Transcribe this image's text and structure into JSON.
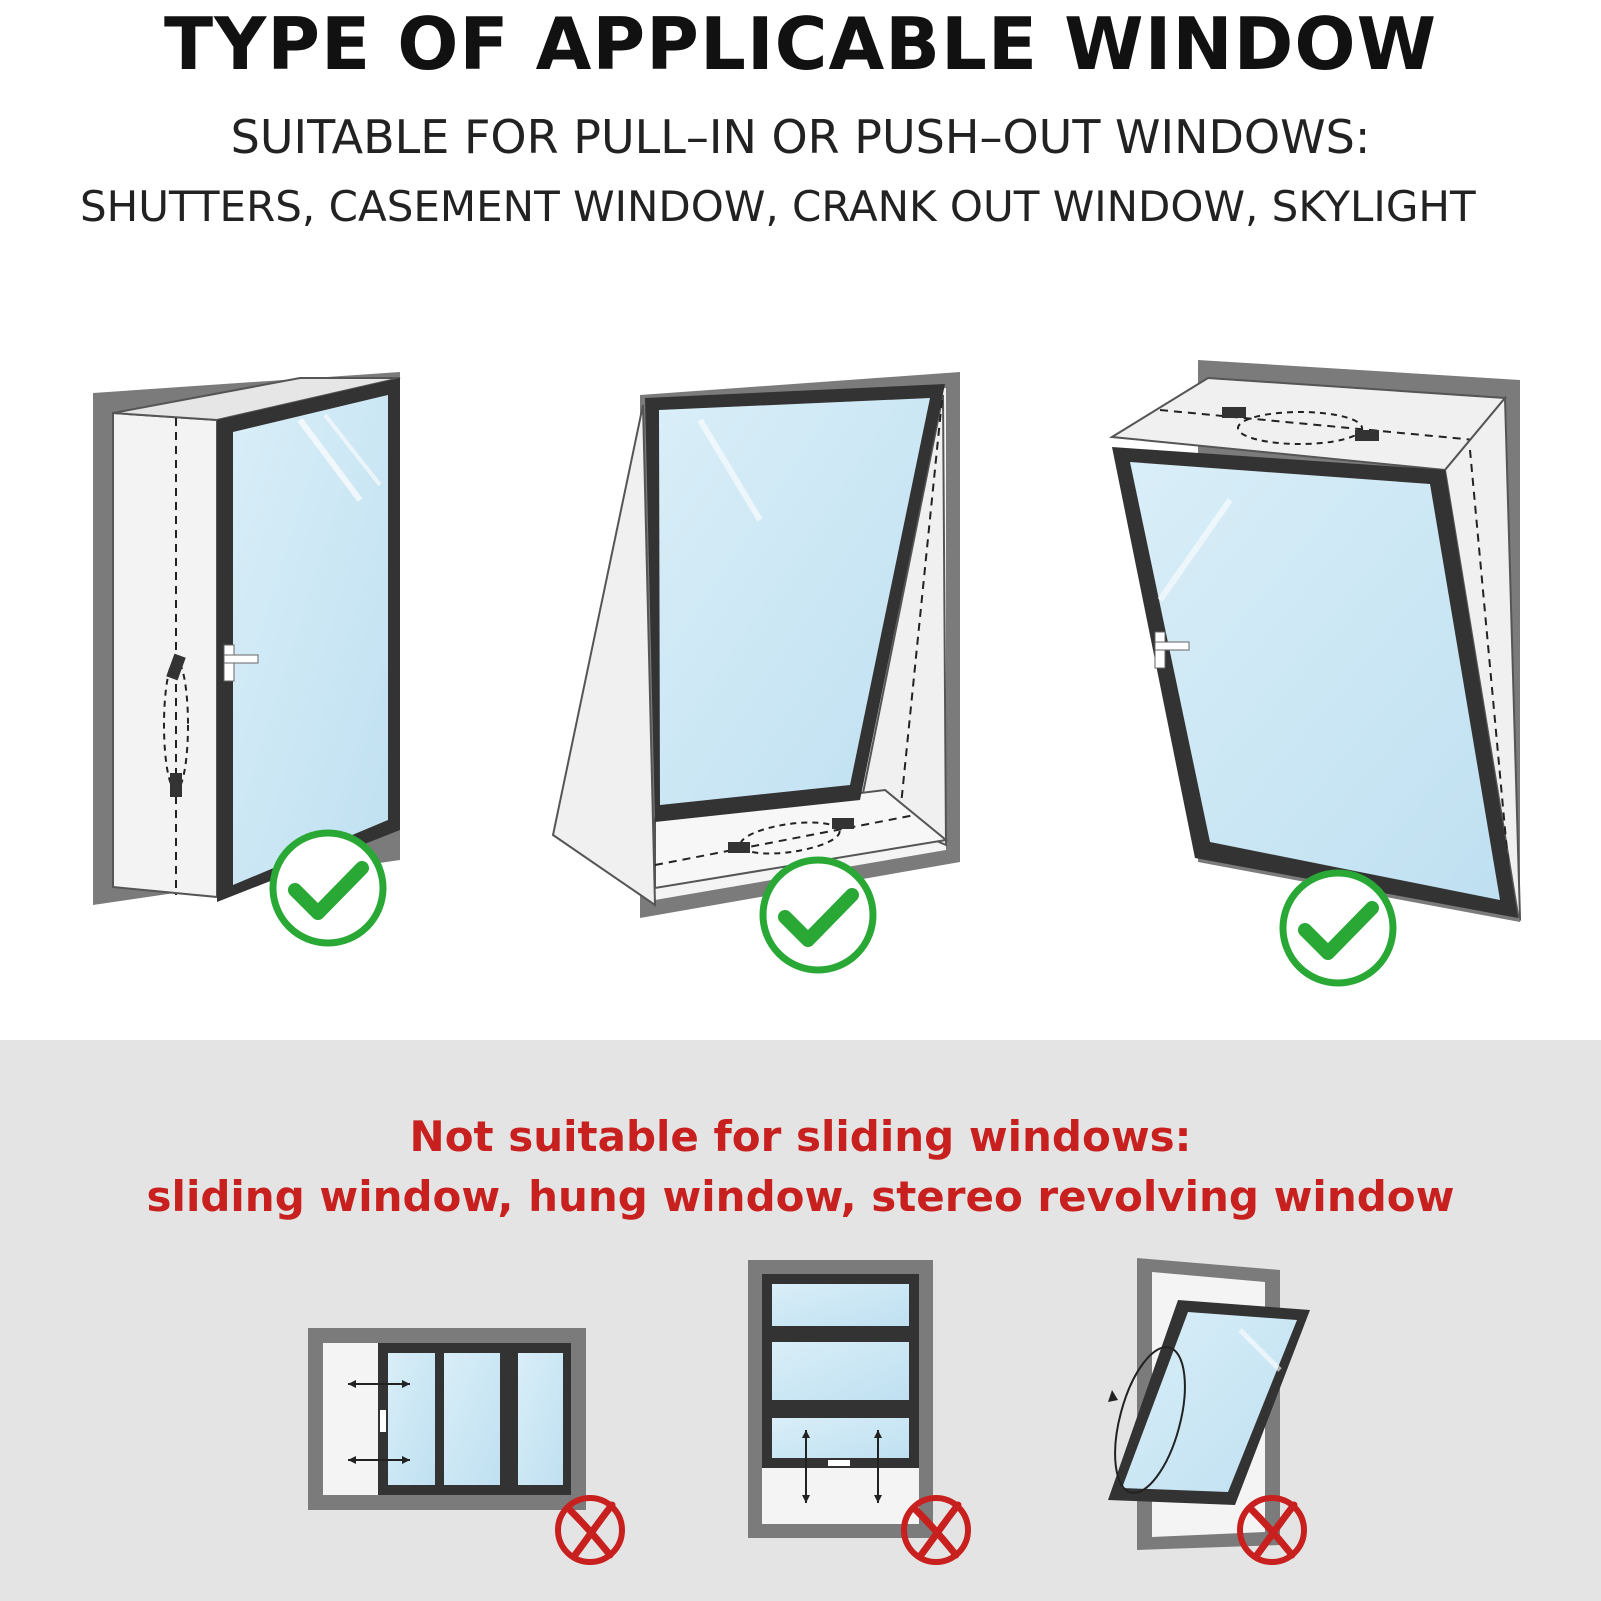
{
  "header": {
    "title": "TYPE OF APPLICABLE WINDOW",
    "subtitle_line1": "SUITABLE FOR PULL–IN OR PUSH–OUT WINDOWS:",
    "subtitle_line2": "SHUTTERS, CASEMENT WINDOW, CRANK OUT WINDOW, SKYLIGHT"
  },
  "suitable": {
    "items": [
      {
        "icon": "casement-window-icon",
        "status": "check-icon"
      },
      {
        "icon": "crank-out-window-icon",
        "status": "check-icon"
      },
      {
        "icon": "skylight-window-icon",
        "status": "check-icon"
      }
    ],
    "check_color": "#2aa836"
  },
  "not_suitable": {
    "line1": "Not suitable for sliding windows:",
    "line2": "sliding window, hung window, stereo revolving window",
    "items": [
      {
        "icon": "sliding-window-icon",
        "status": "cross-icon"
      },
      {
        "icon": "hung-window-icon",
        "status": "cross-icon"
      },
      {
        "icon": "revolving-window-icon",
        "status": "cross-icon"
      }
    ],
    "cross_color": "#c8201e",
    "panel_color": "#e4e4e4"
  },
  "colors": {
    "glass": "#cce7f4",
    "frame": "#3a3a3a"
  }
}
